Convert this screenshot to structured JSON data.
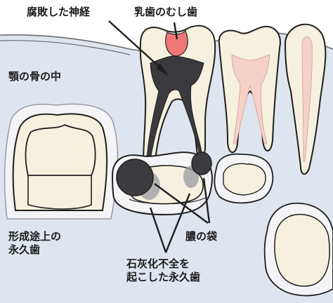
{
  "labels": {
    "necrotic_nerve": "腐敗した神経",
    "decayed_baby_tooth": "乳歯のむし歯",
    "inside_jawbone": "顎の骨の中",
    "developing_permanent_tooth_line1": "形成途上の",
    "developing_permanent_tooth_line2": "永久歯",
    "pus_sac": "膿の袋",
    "hypocalcified_line1": "石灰化不全を",
    "hypocalcified_line2": "起こした永久歯"
  },
  "colors": {
    "bone": "#dee5ee",
    "gum_line": "#6b6b6b",
    "enamel": "#f6f1df",
    "pulp_healthy": "#f5d2c8",
    "pulp_necrotic": "#3a3a3e",
    "caries": "#f07878",
    "pus": "#3b3b40",
    "hypocalcified_spot": "#9a9aa0",
    "outline": "#1f1f1f"
  }
}
